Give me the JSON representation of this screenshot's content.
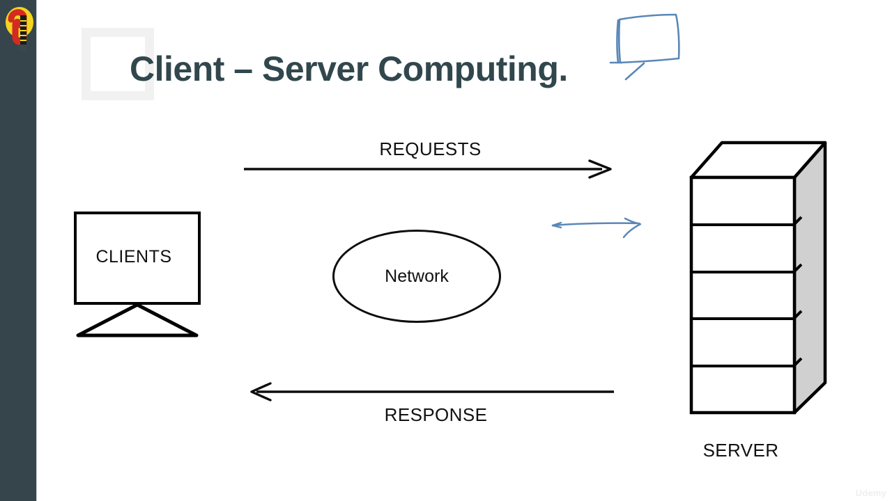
{
  "slide": {
    "title": "Client – Server Computing.",
    "background_color": "#ffffff",
    "title_color": "#31474d"
  },
  "sidebar": {
    "background_color": "#35454b",
    "logo": {
      "name": "lightbulb-logo",
      "bulb_color": "#f5d41e",
      "accent_color": "#d32b21",
      "filament_color": "#1b1b1b"
    }
  },
  "diagram": {
    "client": {
      "label": "CLIENTS",
      "shape": "monitor-with-stand",
      "stroke_color": "#000000"
    },
    "network": {
      "label": "Network",
      "shape": "ellipse",
      "stroke_color": "#0d0d0d"
    },
    "server": {
      "label": "SERVER",
      "shape": "3d-rack-box",
      "unit_count": 5,
      "side_fill": "#d0d0d0",
      "stroke_color": "#000000"
    },
    "flows": [
      {
        "name": "requests",
        "label": "REQUESTS",
        "direction": "client-to-server",
        "arrow_direction": "right"
      },
      {
        "name": "response",
        "label": "RESPONSE",
        "direction": "server-to-client",
        "arrow_direction": "left"
      }
    ]
  },
  "annotations": {
    "ink_color": "#5a87b8",
    "items": [
      {
        "name": "sketch-monitor",
        "shape": "hand-drawn-screen-with-stand"
      },
      {
        "name": "sketch-arrow",
        "shape": "hand-drawn-double-arrow"
      }
    ]
  },
  "watermark": {
    "text": "Udemy"
  }
}
